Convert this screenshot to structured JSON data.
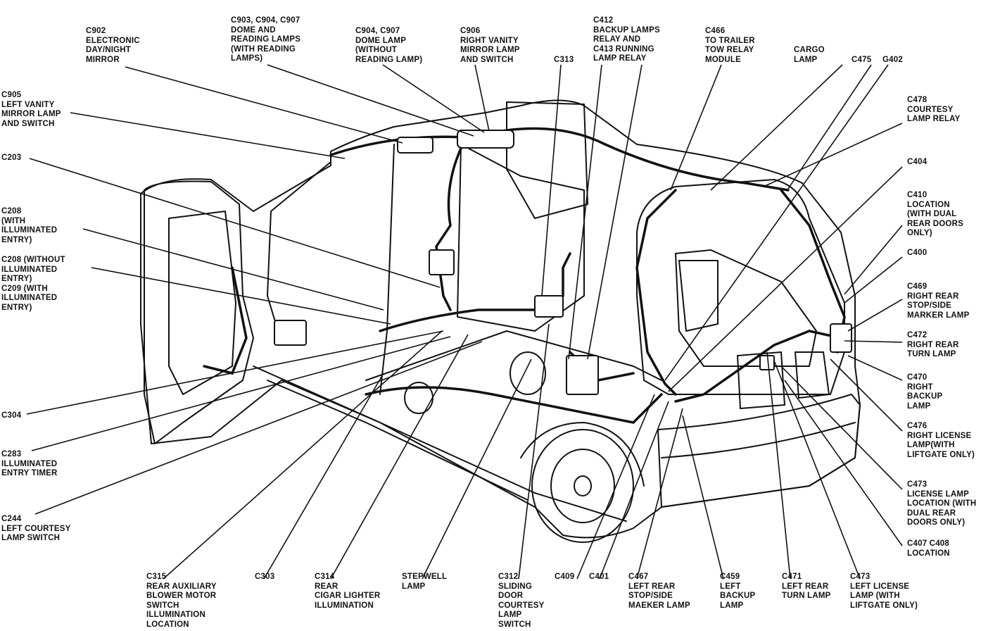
{
  "diagram": {
    "colors": {
      "ink": "#111111",
      "paper": "#ffffff"
    },
    "labels": {
      "c902": "C902\nELECTRONIC\nDAY/NIGHT\nMIRROR",
      "c903": "C903, C904, C907\nDOME AND\nREADING LAMPS\n(WITH READING\nLAMPS)",
      "c904": "C904, C907\nDOME LAMP\n(WITHOUT\nREADING LAMP)",
      "c906": "C906\nRIGHT VANITY\nMIRROR LAMP\nAND SWITCH",
      "c313": "C313",
      "c412": "C412\nBACKUP LAMPS\nRELAY AND\nC413 RUNNING\nLAMP RELAY",
      "c466": "C466\nTO TRAILER\nTOW RELAY\nMODULE",
      "cargo": "CARGO\nLAMP",
      "c475": "C475",
      "g402": "G402",
      "c905": "C905\nLEFT VANITY\nMIRROR LAMP\nAND SWITCH",
      "c478": "C478\nCOURTESY\nLAMP RELAY",
      "c203": "C203",
      "c404": "C404",
      "c208a": "C208\n(WITH\nILLUMINATED\nENTRY)",
      "c410": "C410\nLOCATION\n(WITH DUAL\nREAR DOORS\nONLY)",
      "c208b": "C208 (WITHOUT\nILLUMINATED\nENTRY)\nC209 (WITH\nILLUMINATED\nENTRY)",
      "c400": "C400",
      "c469": "C469\nRIGHT REAR\nSTOP/SIDE\nMARKER LAMP",
      "c472": "C472\nRIGHT REAR\nTURN LAMP",
      "c470": "C470\nRIGHT\nBACKUP\nLAMP",
      "c304": "C304",
      "c476": "C476\nRIGHT LICENSE\nLAMP(WITH\nLIFTGATE ONLY)",
      "c283": "C283\nILLUMINATED\nENTRY TIMER",
      "c473a": "C473\nLICENSE LAMP\nLOCATION (WITH\nDUAL REAR\nDOORS ONLY)",
      "c244": "C244\nLEFT COURTESY\nLAMP SWITCH",
      "c407": "C407 C408\nLOCATION",
      "c315": "C315\nREAR AUXILIARY\nBLOWER MOTOR\nSWITCH\nILLUMINATION\nLOCATION",
      "c303": "C303",
      "c314": "C314\nREAR\nCIGAR LIGHTER\nILLUMINATION",
      "stepwell": "STEPWELL\nLAMP",
      "c312": "C312\nSLIDING\nDOOR\nCOURTESY\nLAMP\nSWITCH",
      "c409": "C409",
      "c401": "C401",
      "c467": "C467\nLEFT REAR\nSTOP/SIDE\nMAEKER LAMP",
      "c459": "C459\nLEFT\nBACKUP\nLAMP",
      "c471": "C471\nLEFT REAR\nTURN LAMP",
      "c473b": "C473\nLEFT LICENSE\nLAMP (WITH\nLIFTGATE ONLY)"
    }
  }
}
